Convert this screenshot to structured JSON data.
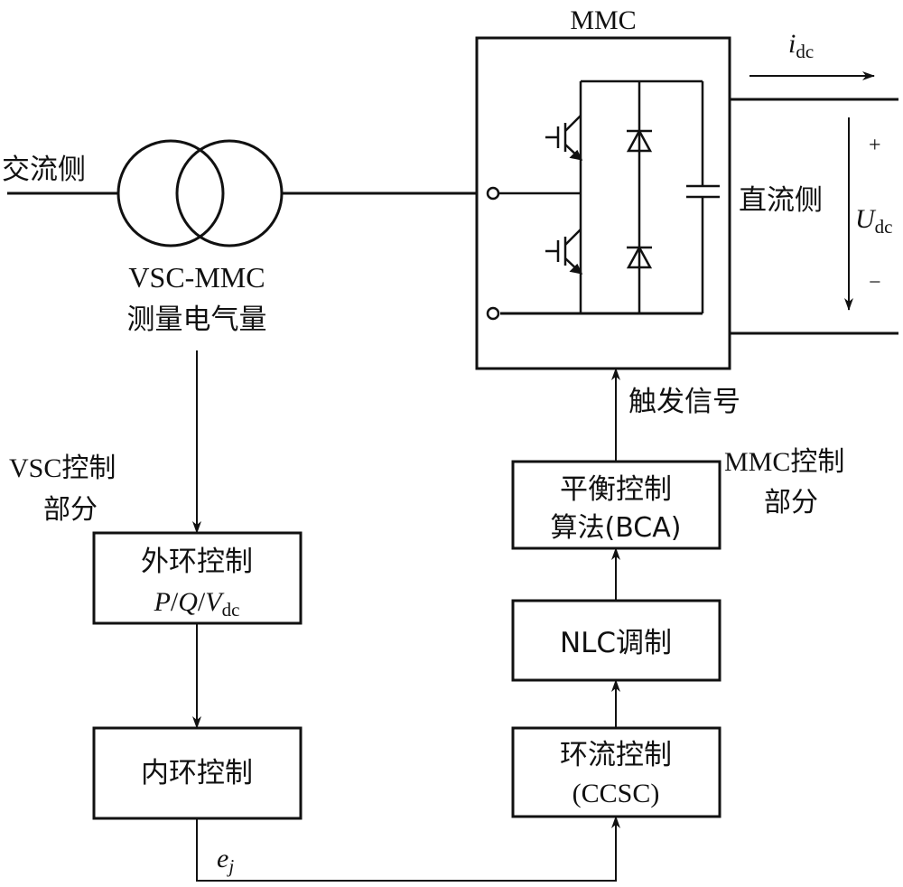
{
  "ac_side_label": "交流侧",
  "dc_side_label": "直流侧",
  "measurement": {
    "line1": "VSC-MMC",
    "line2": "测量电气量"
  },
  "mmc_label": "MMC",
  "idc": {
    "sym": "i",
    "sub": "dc"
  },
  "udc": {
    "sym": "U",
    "sub": "dc",
    "plus": "+",
    "minus": "−"
  },
  "trigger_label": "触发信号",
  "vsc_section": {
    "line1": "VSC控制",
    "line2": "部分"
  },
  "mmc_section": {
    "line1": "MMC控制",
    "line2": "部分"
  },
  "outer_loop": {
    "title": "外环控制",
    "p": "P",
    "sep1": "/",
    "q": "Q",
    "sep2": "/",
    "v": "V",
    "vsub": "dc"
  },
  "inner_loop": {
    "title": "内环控制"
  },
  "ej": {
    "sym": "e",
    "sub": "j"
  },
  "bca": {
    "line1": "平衡控制",
    "line2": "算法(BCA)"
  },
  "nlc": {
    "title": "NLC调制"
  },
  "ccsc": {
    "line1": "环流控制",
    "line2": "(CCSC)"
  }
}
